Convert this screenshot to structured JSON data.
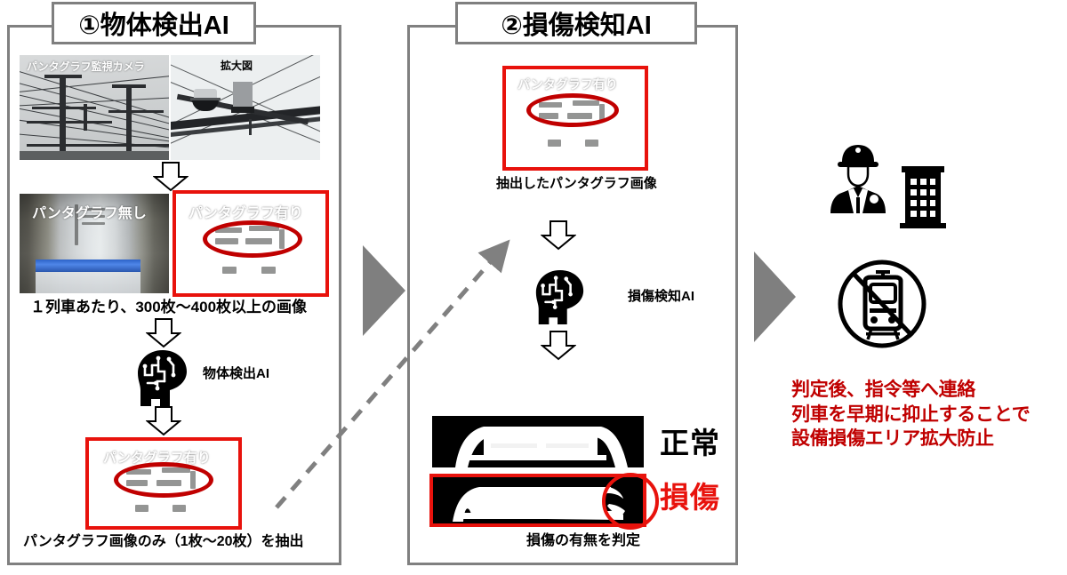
{
  "diagram": {
    "title_sections": [
      {
        "id": "section-1",
        "label": "①物体検出AI"
      },
      {
        "id": "section-2",
        "label": "②損傷検知AI"
      }
    ]
  },
  "section1": {
    "photo_camera_caption": "パンタグラフ監視カメラ",
    "photo_zoom_caption": "拡大図",
    "compare": {
      "left_caption": "パンタグラフ無し",
      "right_caption": "パンタグラフ有り"
    },
    "count_note": "１列車あたり、300枚〜400枚以上の画像",
    "ai_label": "物体検出AI",
    "result_caption": "パンタグラフ有り",
    "extract_note": "パンタグラフ画像のみ（1枚〜20枚）を抽出"
  },
  "section2": {
    "input_caption": "パンタグラフ有り",
    "input_note": "抽出したパンタグラフ画像",
    "ai_label": "損傷検知AI",
    "results": [
      {
        "label": "正常",
        "color": "#000000",
        "damaged": false
      },
      {
        "label": "損傷",
        "color": "#e8120c",
        "damaged": true
      }
    ],
    "judge_note": "損傷の有無を判定"
  },
  "section3": {
    "icons": [
      {
        "name": "operator-icon",
        "label": "operator"
      },
      {
        "name": "building-icon",
        "label": "control-center"
      },
      {
        "name": "no-train-icon",
        "label": "train-stop"
      }
    ],
    "conclusion": "判定後、指令等へ連絡\n列車を早期に抑止することで\n設備損傷エリア拡大防止"
  },
  "colors": {
    "panel_border": "#808080",
    "red": "#e8120c",
    "dark_red": "#c00000",
    "grey_arrow": "#7f7f7f",
    "black": "#000000"
  }
}
